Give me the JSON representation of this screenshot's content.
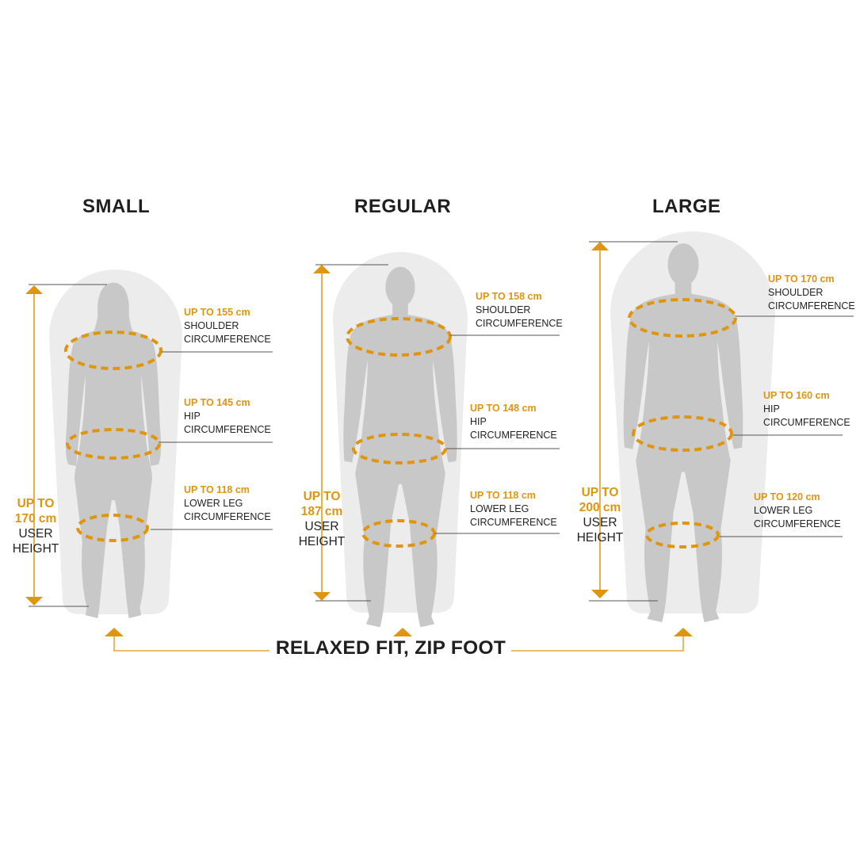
{
  "colors": {
    "accent": "#e0950f",
    "bag": "#ececec",
    "figure": "#c8c8c8",
    "text": "#1f1f1f",
    "line": "#555555"
  },
  "footer": {
    "label": "RELAXED FIT, ZIP FOOT"
  },
  "sizes": [
    {
      "title": "SMALL",
      "figure": "female",
      "height": {
        "value_lines": [
          "UP TO",
          "170 cm"
        ],
        "text_lines": [
          "USER",
          "HEIGHT"
        ]
      },
      "shoulder": {
        "value": "UP TO 155 cm",
        "text_lines": [
          "SHOULDER",
          "CIRCUMFERENCE"
        ]
      },
      "hip": {
        "value": "UP TO 145 cm",
        "text_lines": [
          "HIP",
          "CIRCUMFERENCE"
        ]
      },
      "leg": {
        "value": "UP TO 118 cm",
        "text_lines": [
          "LOWER LEG",
          "CIRCUMFERENCE"
        ]
      }
    },
    {
      "title": "REGULAR",
      "figure": "male",
      "height": {
        "value_lines": [
          "UP TO",
          "187 cm"
        ],
        "text_lines": [
          "USER",
          "HEIGHT"
        ]
      },
      "shoulder": {
        "value": "UP TO 158 cm",
        "text_lines": [
          "SHOULDER",
          "CIRCUMFERENCE"
        ]
      },
      "hip": {
        "value": "UP TO 148 cm",
        "text_lines": [
          "HIP",
          "CIRCUMFERENCE"
        ]
      },
      "leg": {
        "value": "UP TO 118 cm",
        "text_lines": [
          "LOWER LEG",
          "CIRCUMFERENCE"
        ]
      }
    },
    {
      "title": "LARGE",
      "figure": "male",
      "height": {
        "value_lines": [
          "UP TO",
          "200 cm"
        ],
        "text_lines": [
          "USER",
          "HEIGHT"
        ]
      },
      "shoulder": {
        "value": "UP TO 170 cm",
        "text_lines": [
          "SHOULDER",
          "CIRCUMFERENCE"
        ]
      },
      "hip": {
        "value": "UP TO 160 cm",
        "text_lines": [
          "HIP",
          "CIRCUMFERENCE"
        ]
      },
      "leg": {
        "value": "UP TO 120 cm",
        "text_lines": [
          "LOWER LEG",
          "CIRCUMFERENCE"
        ]
      }
    }
  ]
}
